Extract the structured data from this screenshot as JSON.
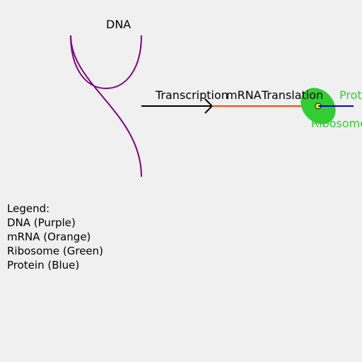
{
  "diagram": {
    "labels": {
      "dna": "DNA",
      "transcription": "Transcription",
      "mrna": "mRNA",
      "translation": "Translation",
      "ribosome": "Ribosome",
      "protein": "Protein"
    }
  },
  "legend": {
    "title": "Legend:",
    "items": [
      "DNA (Purple)",
      "mRNA (Orange)",
      "Ribosome (Green)",
      "Protein (Blue)"
    ]
  },
  "colors": {
    "background": "#f0f0f0",
    "dna": "#800080",
    "mrna": "#ff4500",
    "ribosome": "#32cd32",
    "protein": "#0000cd",
    "arrow": "#000000",
    "trna_dot": "#ffff00"
  }
}
